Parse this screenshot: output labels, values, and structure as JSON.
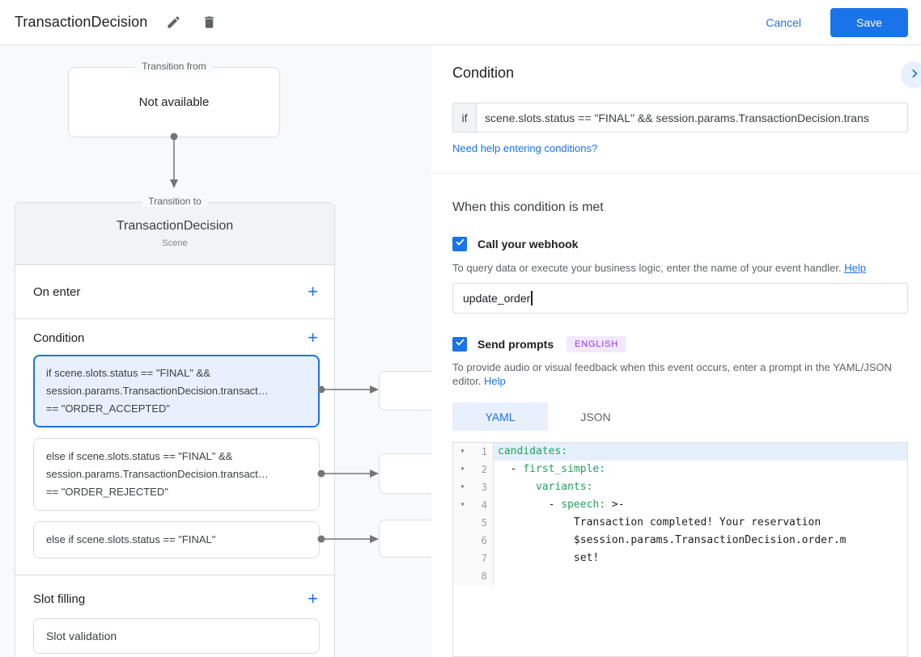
{
  "header": {
    "title": "TransactionDecision",
    "cancel_label": "Cancel",
    "save_label": "Save"
  },
  "flow": {
    "transition_from": {
      "label": "Transition from",
      "content": "Not available"
    },
    "transition_to": {
      "label": "Transition to",
      "scene_name": "TransactionDecision",
      "scene_type": "Scene"
    },
    "on_enter": {
      "label": "On enter",
      "add_icon": "+"
    },
    "condition_section": {
      "label": "Condition",
      "add_icon": "+",
      "items": [
        {
          "selected": true,
          "lines": [
            "if scene.slots.status == \"FINAL\" &&",
            "session.params.TransactionDecision.transact…",
            "== \"ORDER_ACCEPTED\""
          ]
        },
        {
          "selected": false,
          "lines": [
            "else if scene.slots.status == \"FINAL\" &&",
            "session.params.TransactionDecision.transact…",
            "== \"ORDER_REJECTED\""
          ]
        },
        {
          "selected": false,
          "lines": [
            "else if scene.slots.status == \"FINAL\""
          ]
        }
      ]
    },
    "slot_section": {
      "label": "Slot filling",
      "add_icon": "+",
      "item": "Slot validation"
    }
  },
  "panel": {
    "title": "Condition",
    "condition_input": {
      "prefix": "if",
      "value": "scene.slots.status == \"FINAL\" && session.params.TransactionDecision.trans"
    },
    "conditions_help_link": "Need help entering conditions?",
    "when_met_title": "When this condition is met",
    "webhook": {
      "label": "Call your webhook",
      "checked": true,
      "description": "To query data or execute your business logic, enter the name of your event handler.",
      "help_label": "Help",
      "value": "update_order"
    },
    "prompts": {
      "label": "Send prompts",
      "badge": "ENGLISH",
      "checked": true,
      "description": "To provide audio or visual feedback when this event occurs, enter a prompt in the YAML/JSON editor.",
      "help_label": "Help"
    },
    "tabs": [
      {
        "label": "YAML",
        "active": true
      },
      {
        "label": "JSON",
        "active": false
      }
    ],
    "editor": {
      "fold_icon": "▾",
      "lines": [
        {
          "n": "1",
          "fold": true,
          "active": true,
          "segments": [
            {
              "t": "candidates:",
              "c": "key"
            }
          ]
        },
        {
          "n": "2",
          "fold": true,
          "active": false,
          "segments": [
            {
              "t": "  - ",
              "c": "plain"
            },
            {
              "t": "first_simple:",
              "c": "key"
            }
          ]
        },
        {
          "n": "3",
          "fold": true,
          "active": false,
          "segments": [
            {
              "t": "      ",
              "c": "plain"
            },
            {
              "t": "variants:",
              "c": "key"
            }
          ]
        },
        {
          "n": "4",
          "fold": true,
          "active": false,
          "segments": [
            {
              "t": "        - ",
              "c": "plain"
            },
            {
              "t": "speech:",
              "c": "key"
            },
            {
              "t": " >-",
              "c": "plain"
            }
          ]
        },
        {
          "n": "5",
          "fold": false,
          "active": false,
          "segments": [
            {
              "t": "            Transaction completed! Your reservation",
              "c": "plain"
            }
          ]
        },
        {
          "n": "6",
          "fold": false,
          "active": false,
          "segments": [
            {
              "t": "            $session.params.TransactionDecision.order.m",
              "c": "plain"
            }
          ]
        },
        {
          "n": "7",
          "fold": false,
          "active": false,
          "segments": [
            {
              "t": "            set!",
              "c": "plain"
            }
          ]
        },
        {
          "n": "8",
          "fold": false,
          "active": false,
          "segments": []
        }
      ]
    }
  },
  "colors": {
    "accent": "#1a73e8",
    "selected_condition_bg": "#e8f0fe",
    "selected_condition_border": "#1a73e8",
    "yaml_key_green": "#22a162",
    "badge_text": "#9334e6",
    "badge_bg": "#f3e8fd",
    "connector_gray": "#757575",
    "canvas_bg": "#f8f9fa"
  }
}
